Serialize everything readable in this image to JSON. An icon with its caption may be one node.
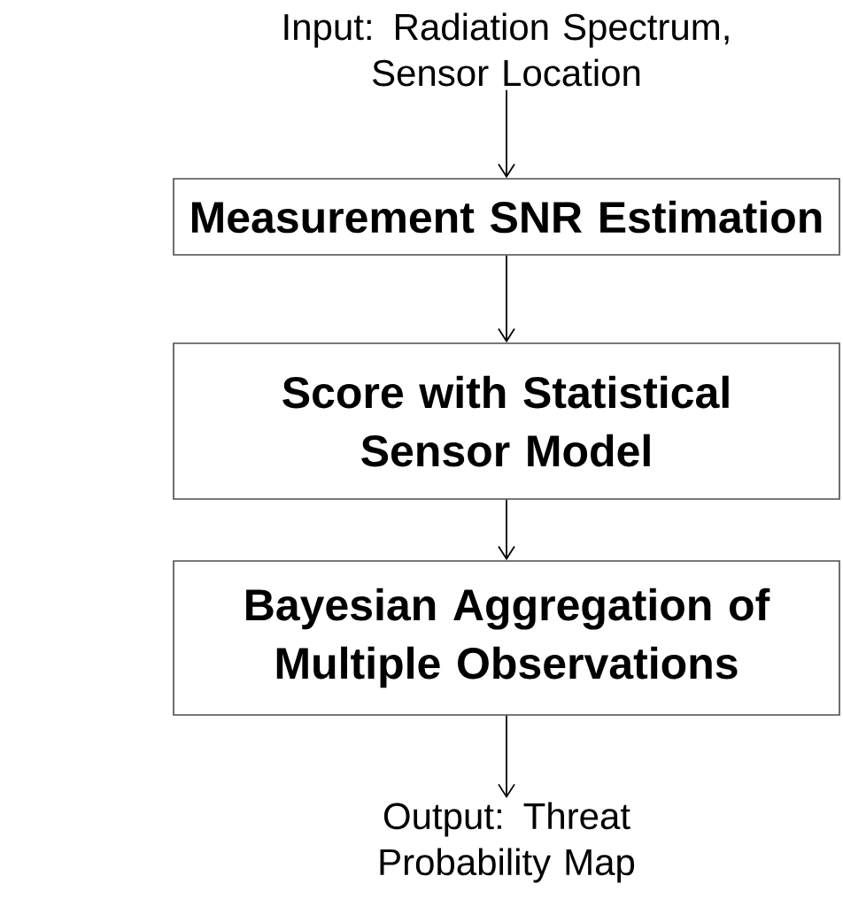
{
  "diagram": {
    "nodes": [
      {
        "text": [
          "Input: Radiation Spectrum, Sensor Location"
        ]
      },
      {
        "text": [
          "Measurement SNR Estimation"
        ]
      },
      {
        "text": [
          "Score with Statistical Sensor Model"
        ]
      },
      {
        "text": [
          "Bayesian Aggregation of Multiple Observations"
        ]
      },
      {
        "text": [
          "Output: Threat Probability Map"
        ]
      }
    ],
    "edges": [
      {
        "from": 0,
        "to": 1,
        "arrow": "to"
      },
      {
        "from": 1,
        "to": 2,
        "arrow": "to"
      },
      {
        "from": 2,
        "to": 3,
        "arrow": "to"
      },
      {
        "from": 3,
        "to": 4,
        "arrow": "to"
      }
    ]
  }
}
